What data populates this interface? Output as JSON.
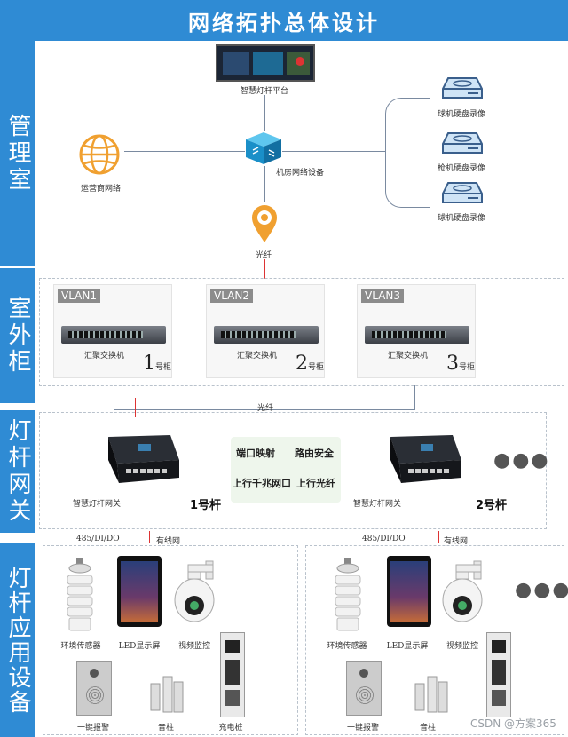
{
  "title": "网络拓扑总体设计",
  "sections": {
    "mgmt": "管理室",
    "cabinet": "室外柜",
    "gateway": "灯杆网关",
    "devices": "灯杆应用设备"
  },
  "mgmt": {
    "platform": "智慧灯杆平台",
    "isp": "运营商网络",
    "datacenter": "机房网络设备",
    "fiber": "光纤",
    "recorders": [
      "球机硬盘录像",
      "枪机硬盘录像",
      "球机硬盘录像"
    ]
  },
  "cabinets": [
    {
      "vlan": "VLAN1",
      "label": "汇聚交换机",
      "num": "1",
      "suffix": "号柜"
    },
    {
      "vlan": "VLAN2",
      "label": "汇聚交换机",
      "num": "2",
      "suffix": "号柜"
    },
    {
      "vlan": "VLAN3",
      "label": "汇聚交换机",
      "num": "3",
      "suffix": "号柜"
    }
  ],
  "fiber_label": "光纤",
  "gateway": {
    "left_label": "智慧灯杆网关",
    "left_pole": "1号杆",
    "right_label": "智慧灯杆网关",
    "right_pole": "2号杆",
    "features": [
      "端口映射",
      "路由安全",
      "上行千兆网口",
      "上行光纤"
    ],
    "more": "●●●"
  },
  "links": {
    "io_left": "485/DI/DO",
    "wired_left": "有线网",
    "io_right": "485/DI/DO",
    "wired_right": "有线网"
  },
  "devices": {
    "left": [
      "环境传感器",
      "LED显示屏",
      "视频监控",
      "一键报警",
      "音柱",
      "充电桩"
    ],
    "right": [
      "环境传感器",
      "LED显示屏",
      "视频监控",
      "一键报警",
      "音柱"
    ],
    "more": "●●●"
  },
  "watermark": "CSDN @方案365",
  "colors": {
    "accent": "#2f8bd4",
    "router": "#1aa0d8",
    "pin": "#f0a030",
    "globe": "#f0a030"
  }
}
